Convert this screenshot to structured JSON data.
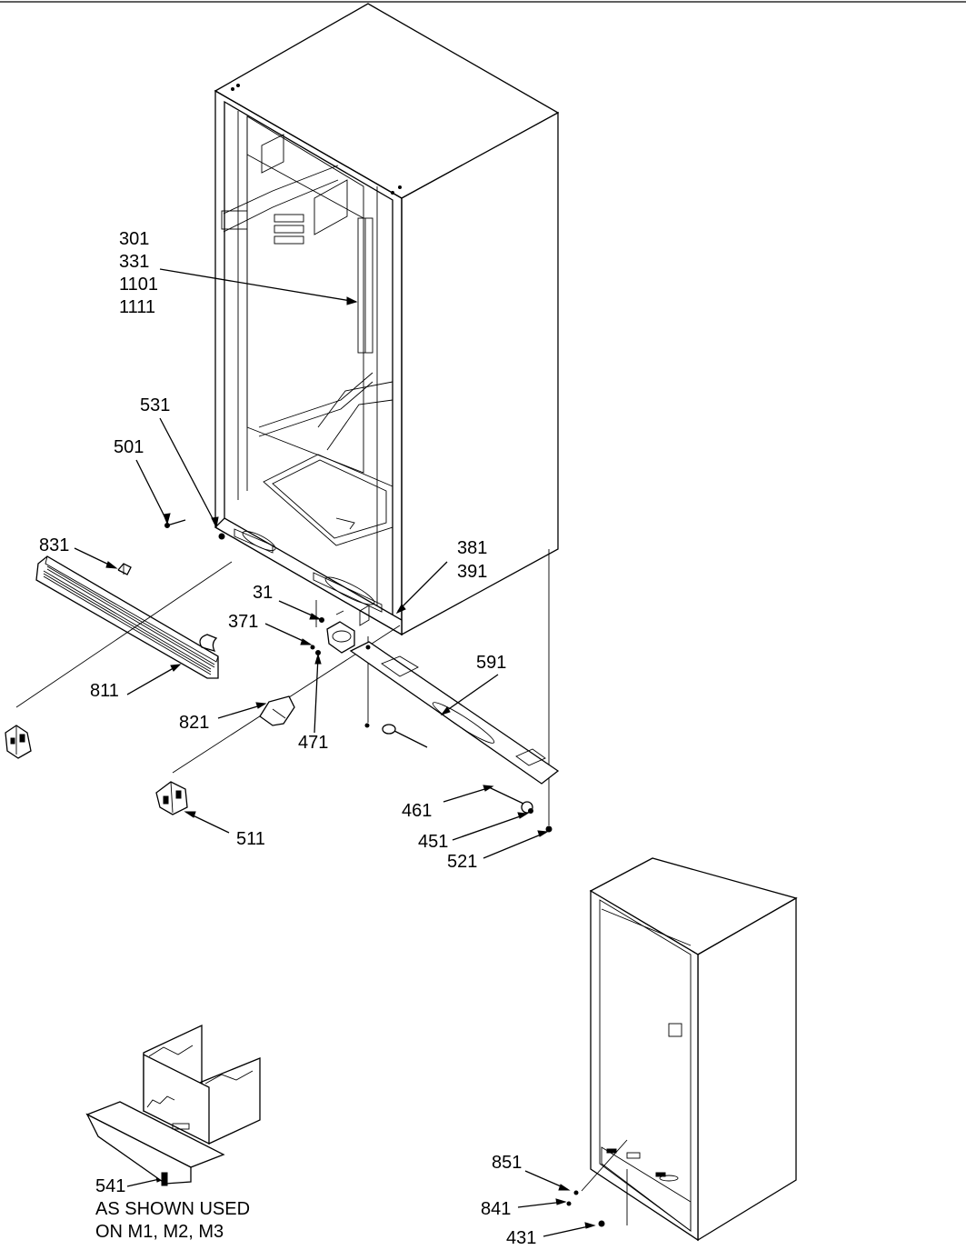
{
  "labels": {
    "l301": "301",
    "l331": "331",
    "l1101": "1101",
    "l1111": "1111",
    "l531": "531",
    "l501": "501",
    "l831": "831",
    "l381": "381",
    "l391": "391",
    "l31": "31",
    "l371": "371",
    "l591": "591",
    "l811": "811",
    "l821": "821",
    "l471": "471",
    "l461": "461",
    "l451": "451",
    "l511": "511",
    "l521": "521",
    "l541": "541",
    "l851": "851",
    "l841": "841",
    "l431": "431"
  },
  "note": {
    "line1": "AS SHOWN USED",
    "line2": "ON M1, M2, M3"
  }
}
